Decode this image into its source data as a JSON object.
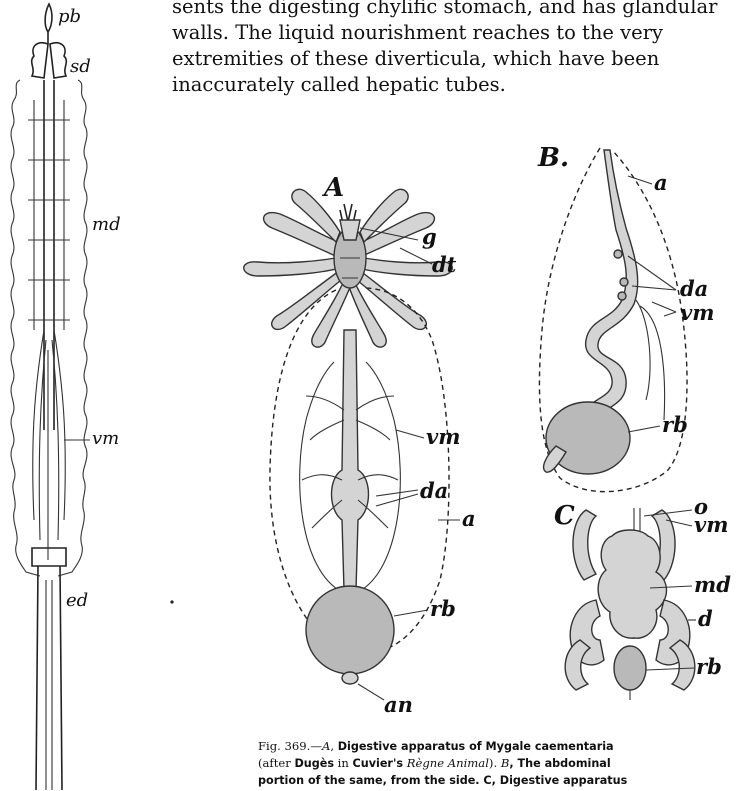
{
  "body_text": {
    "line1": "sents the digesting chylific stomach, and has glandular",
    "line2": "walls.   The liquid nourishment reaches to the very",
    "line3": "extremities of these diverticula, which have been",
    "line4": "inaccurately called hepatic tubes."
  },
  "figure_left": {
    "labels": {
      "pb": "pb",
      "sd": "sd",
      "md": "md",
      "vm": "vm",
      "ed": "ed"
    }
  },
  "figure_A": {
    "panel": "A",
    "labels": {
      "g": "g",
      "dt": "dt",
      "vm": "vm",
      "da": "da",
      "a": "a",
      "rb": "rb",
      "an": "an"
    }
  },
  "figure_B": {
    "panel": "B.",
    "labels": {
      "a": "a",
      "da": "da",
      "vm": "vm",
      "rb": "rb"
    }
  },
  "figure_C": {
    "panel": "C",
    "labels": {
      "o": "o",
      "vm": "vm",
      "md": "md",
      "d": "d",
      "rb": "rb"
    }
  },
  "caption": {
    "fig_no": "Fig. 369.—",
    "A": "A",
    "line1_rest": "Digestive apparatus of Mygale caementaria",
    "line2_pre": "(after ",
    "line2_duges": "Dugès",
    "line2_in": " in ",
    "line2_cuvier": "Cuvier's",
    "line2_regne": "Règne Animal",
    "line2_post": ").   ",
    "line2_B": "B",
    "line2_tail": ", The abdominal",
    "line3": "portion of the same, from the side.   C, Digestive apparatus"
  }
}
